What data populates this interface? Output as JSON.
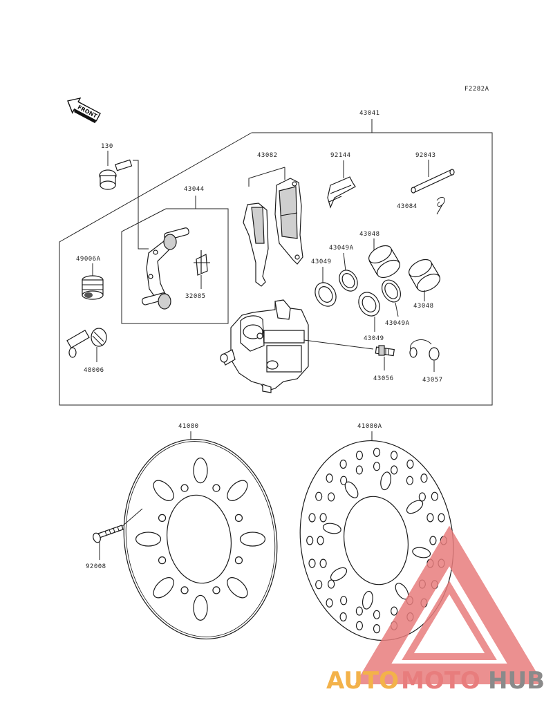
{
  "figure_code": "F2282A",
  "front_label": "FRONT",
  "parts": {
    "p43041": "43041",
    "p130": "130",
    "p43082": "43082",
    "p92144": "92144",
    "p92043": "92043",
    "p43084": "43084",
    "p43044": "43044",
    "p49006A": "49006A",
    "p43048a": "43048",
    "p43049A_top": "43049A",
    "p43049_top": "43049",
    "p43048b": "43048",
    "p32085": "32085",
    "p43049A_bot": "43049A",
    "p43049_bot": "43049",
    "p48006": "48006",
    "p43056": "43056",
    "p43057": "43057",
    "p41080": "41080",
    "p41080A": "41080A",
    "p92008": "92008"
  },
  "watermark": {
    "part1": "AUTO",
    "part2": "MOTO",
    "part3": "HUB",
    "color1": "#f3b24a",
    "color2": "#e87d7d",
    "color3": "#8a8a8a"
  }
}
